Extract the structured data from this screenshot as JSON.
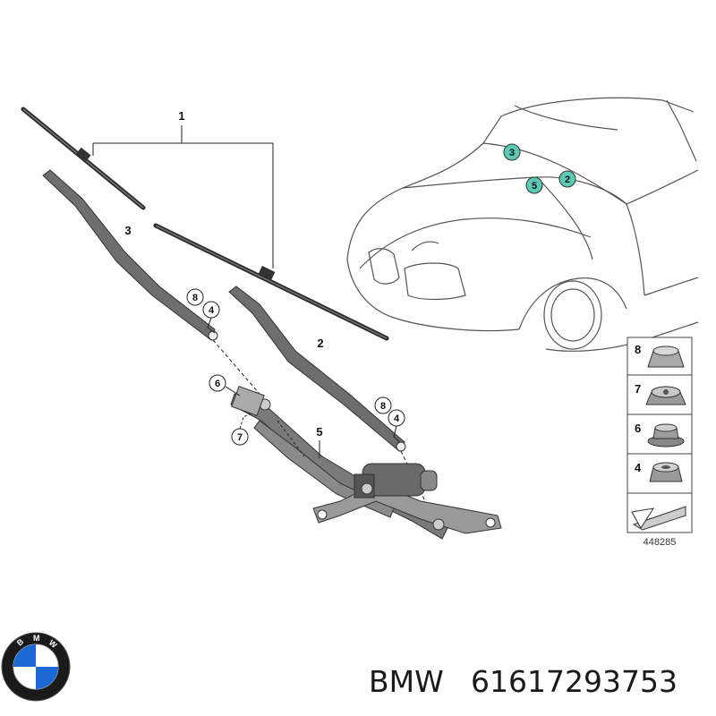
{
  "callouts": {
    "c1": "1",
    "c2": "2",
    "c3": "3",
    "c4a": "4",
    "c4b": "4",
    "c5": "5",
    "c6": "6",
    "c7": "7",
    "c8a": "8",
    "c8b": "8"
  },
  "car_callouts": {
    "a": "3",
    "b": "2",
    "c": "5"
  },
  "parts_table": [
    {
      "num": "8"
    },
    {
      "num": "7"
    },
    {
      "num": "6"
    },
    {
      "num": "4"
    }
  ],
  "reference_number": "448285",
  "logo_letters": [
    "B",
    "M",
    "W"
  ],
  "footer": {
    "brand": "BMW",
    "part_number": "61617293753"
  },
  "colors": {
    "callout_teal": "#5cc9b5",
    "part_gray": "#6e6e6e",
    "outline": "#555555"
  }
}
